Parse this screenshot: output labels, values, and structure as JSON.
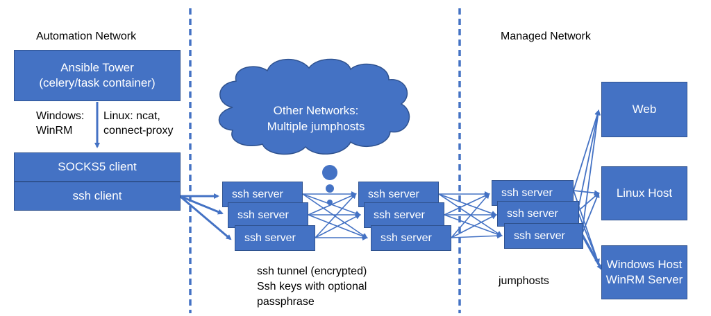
{
  "colors": {
    "box_fill": "#4472c4",
    "box_border": "#2f528f",
    "arrow": "#4472c4",
    "divider": "#4472c4"
  },
  "zones": {
    "automation_title": "Automation Network",
    "managed_title": "Managed Network"
  },
  "boxes": {
    "ansible_tower": "Ansible Tower\n(celery/task container)",
    "socks5_client": "SOCKS5 client",
    "ssh_client": "ssh client",
    "ssh_server": "ssh server",
    "web": "Web",
    "linux_host": "Linux Host",
    "windows_host": "Windows Host\nWinRM Server"
  },
  "labels": {
    "windows_conn": "Windows:\nWinRM",
    "linux_conn": "Linux: ncat,\nconnect-proxy",
    "tunnel_note": "ssh tunnel (encrypted)\nSsh keys with optional\npassphrase",
    "jumphosts": "jumphosts"
  },
  "cloud": {
    "text": "Other Networks:\nMultiple jumphosts",
    "icon": "cloud-shape"
  }
}
